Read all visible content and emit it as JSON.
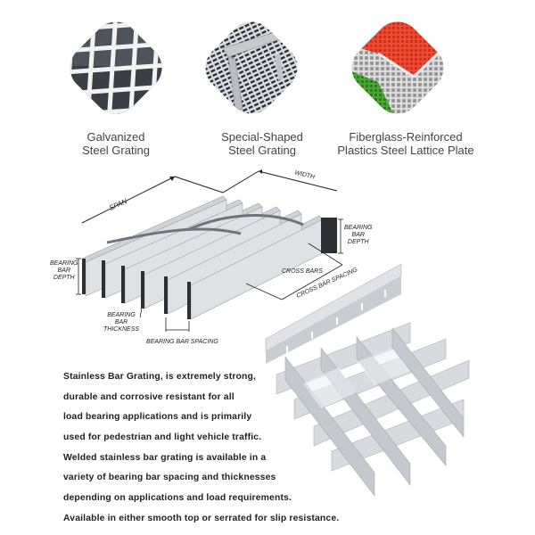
{
  "products": [
    {
      "label_line1": "Galvanized",
      "label_line2": "Steel Grating"
    },
    {
      "label_line1": "Special-Shaped",
      "label_line2": "Steel Grating"
    },
    {
      "label_line1": "Fiberglass-Reinforced",
      "label_line2": "Plastics Steel Lattice Plate"
    }
  ],
  "diagram": {
    "span": "SPAN",
    "width": "WIDTH",
    "bearing_bar_depth_left": [
      "BEARING",
      "BAR",
      "DEPTH"
    ],
    "bearing_bar_depth_right": [
      "BEARING",
      "BAR",
      "DEPTH"
    ],
    "bearing_bar_thickness": [
      "BEARING",
      "BAR",
      "THICKNESS"
    ],
    "bearing_bar_spacing": "BEARING BAR SPACING",
    "cross_bars": "CROSS BARS",
    "cross_bar_spacing": "CROSS BAR SPACING"
  },
  "description": {
    "lines": [
      "Stainless Bar Grating, is extremely strong,",
      "durable and corrosive resistant for all",
      "load bearing applications and is primarily",
      "used for pedestrian and light vehicle traffic.",
      "Welded stainless bar grating is available in a",
      "variety of bearing bar spacing and thicknesses",
      "depending on applications and load requirements.",
      "Available in either smooth top or serrated for slip resistance."
    ]
  },
  "colors": {
    "steel": "#5a5f66",
    "fiberglass_red": "#e8432c",
    "fiberglass_green": "#3f9a2b",
    "fiberglass_grey": "#c9c9c9",
    "text": "#222222"
  }
}
